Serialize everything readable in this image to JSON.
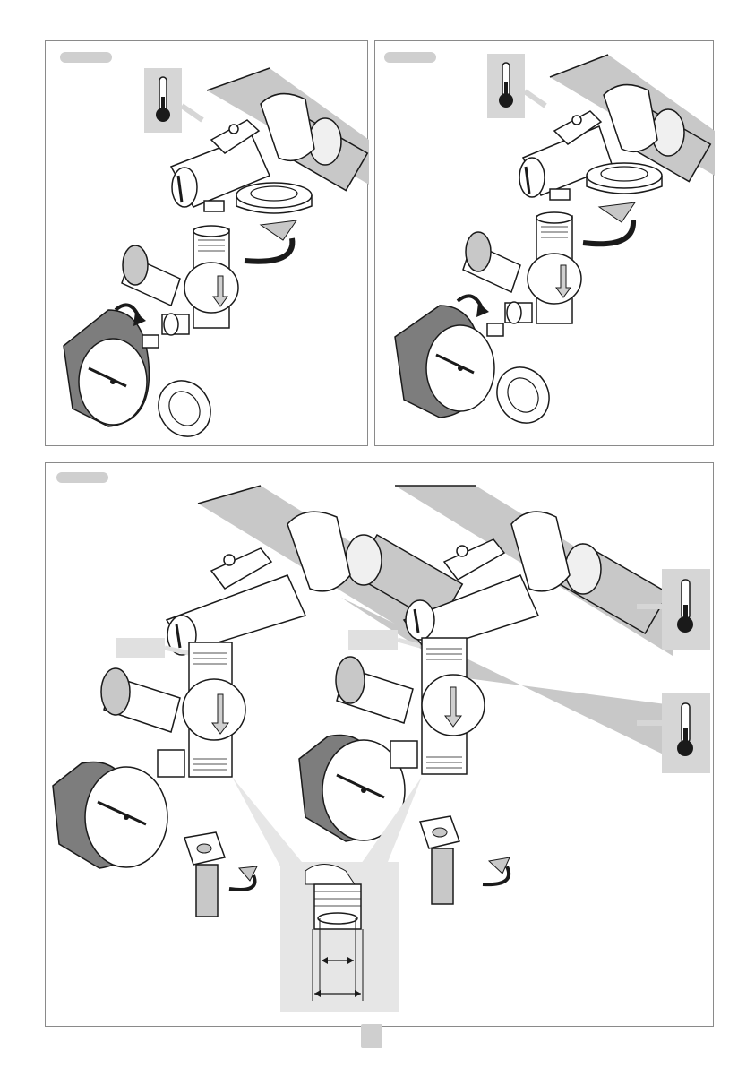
{
  "page": {
    "panels": [
      {
        "id": "step-1",
        "label": "",
        "description_visible": false
      },
      {
        "id": "step-2",
        "label": "",
        "description_visible": false
      },
      {
        "id": "step-3",
        "label": "",
        "description_visible": false
      }
    ],
    "page_number": ""
  },
  "colors": {
    "pipe": "#c8c8c8",
    "line": "#1a1a1a",
    "highlight": "#e6e6e6",
    "gauge_rim": "#7d7d7d",
    "tab": "#cfcfcf"
  },
  "icons": [
    "thermometer-icon",
    "rotate-arrow-icon",
    "flow-arrow-icon",
    "dimension-arrow-icon"
  ]
}
